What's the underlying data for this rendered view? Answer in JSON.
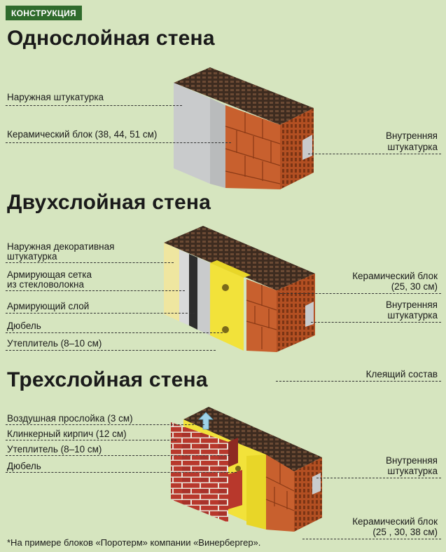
{
  "badge": "КОНСТРУКЦИЯ",
  "sections": {
    "one": {
      "title": "Однослойная стена",
      "left_labels": [
        "Наружная штукатурка",
        "Керамический блок (38, 44, 51 см)"
      ],
      "right_labels": [
        "Внутренняя штукатурка"
      ],
      "right_label_lines": [
        "Внутренняя",
        "штукатурка"
      ]
    },
    "two": {
      "title": "Двухслойная стена",
      "left_labels": [
        "Наружная декоративная штукатурка",
        "Армирующая сетка из стекловолокна",
        "Армирующий слой",
        "Дюбель",
        "Утеплитель (8–10 см)"
      ],
      "left_label_lines": {
        "l0a": "Наружная декоративная",
        "l0b": "штукатурка",
        "l1a": "Армирующая сетка",
        "l1b": "из стекловолокна"
      },
      "right_labels": [
        "Керамический блок (25, 30 см)",
        "Внутренняя штукатурка",
        "Клеящий состав"
      ],
      "right_label_lines": {
        "r0a": "Керамический блок",
        "r0b": "(25, 30 см)",
        "r1a": "Внутренняя",
        "r1b": "штукатурка"
      }
    },
    "three": {
      "title": "Трехслойная стена",
      "left_labels": [
        "Воздушная прослойка (3 см)",
        "Клинкерный кирпич (12 см)",
        "Утеплитель (8–10 см)",
        "Дюбель"
      ],
      "right_labels": [
        "Внутренняя штукатурка",
        "Керамический блок (25 , 30, 38 см)"
      ],
      "right_label_lines": {
        "r0a": "Внутренняя",
        "r0b": "штукатурка",
        "r1a": "Керамический блок",
        "r1b": "(25 , 30, 38 см)"
      }
    }
  },
  "footnote": "*На примере блоков «Поротерм» компании «Винербергер».",
  "colors": {
    "background": "#d6e5bf",
    "badge": "#2f6b2c",
    "brick": "#c8602e",
    "brick_top": "#4a3526",
    "plaster": "#c9cbcc",
    "insulation": "#f2e23a",
    "clinker": "#b8382c"
  }
}
